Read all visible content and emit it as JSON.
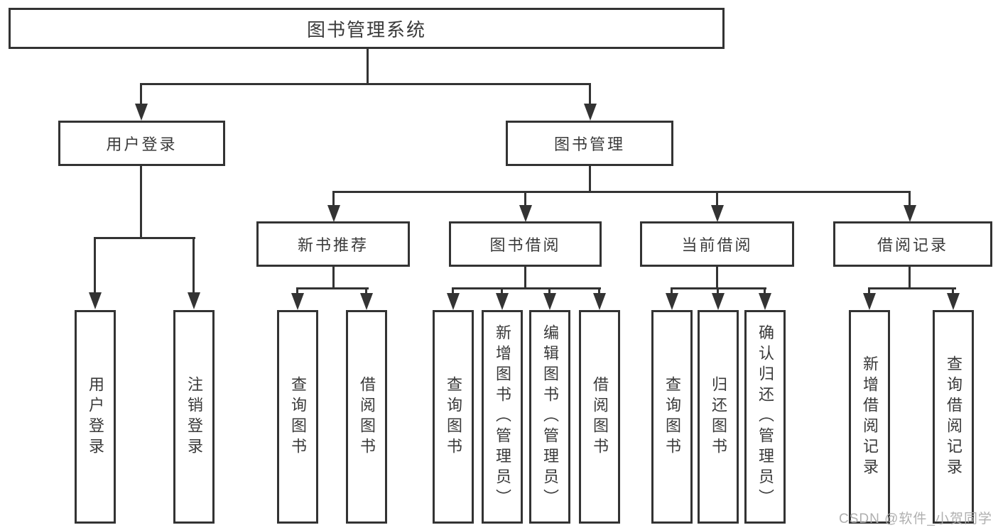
{
  "diagram_type": "hierarchy-tree",
  "tree": {
    "label": "图书管理系统",
    "children": [
      {
        "label": "用户登录",
        "children": [
          {
            "label": "用户登录"
          },
          {
            "label": "注销登录"
          }
        ]
      },
      {
        "label": "图书管理",
        "children": [
          {
            "label": "新书推荐",
            "children": [
              {
                "label": "查询图书"
              },
              {
                "label": "借阅图书"
              }
            ]
          },
          {
            "label": "图书借阅",
            "children": [
              {
                "label": "查询图书"
              },
              {
                "label": "新增图书（管理员）"
              },
              {
                "label": "编辑图书（管理员）"
              },
              {
                "label": "借阅图书"
              }
            ]
          },
          {
            "label": "当前借阅",
            "children": [
              {
                "label": "查询图书"
              },
              {
                "label": "归还图书"
              },
              {
                "label": "确认归还（管理员）"
              }
            ]
          },
          {
            "label": "借阅记录",
            "children": [
              {
                "label": "新增借阅记录"
              },
              {
                "label": "查询借阅记录"
              }
            ]
          }
        ]
      }
    ]
  },
  "watermark": {
    "text": "CSDN @软件_小贺同学"
  },
  "colors": {
    "line": "#333333",
    "box_border": "#333333",
    "box_fill": "#ffffff",
    "text": "#3a3a3a",
    "watermark": "#ababab",
    "background": "#ffffff"
  }
}
